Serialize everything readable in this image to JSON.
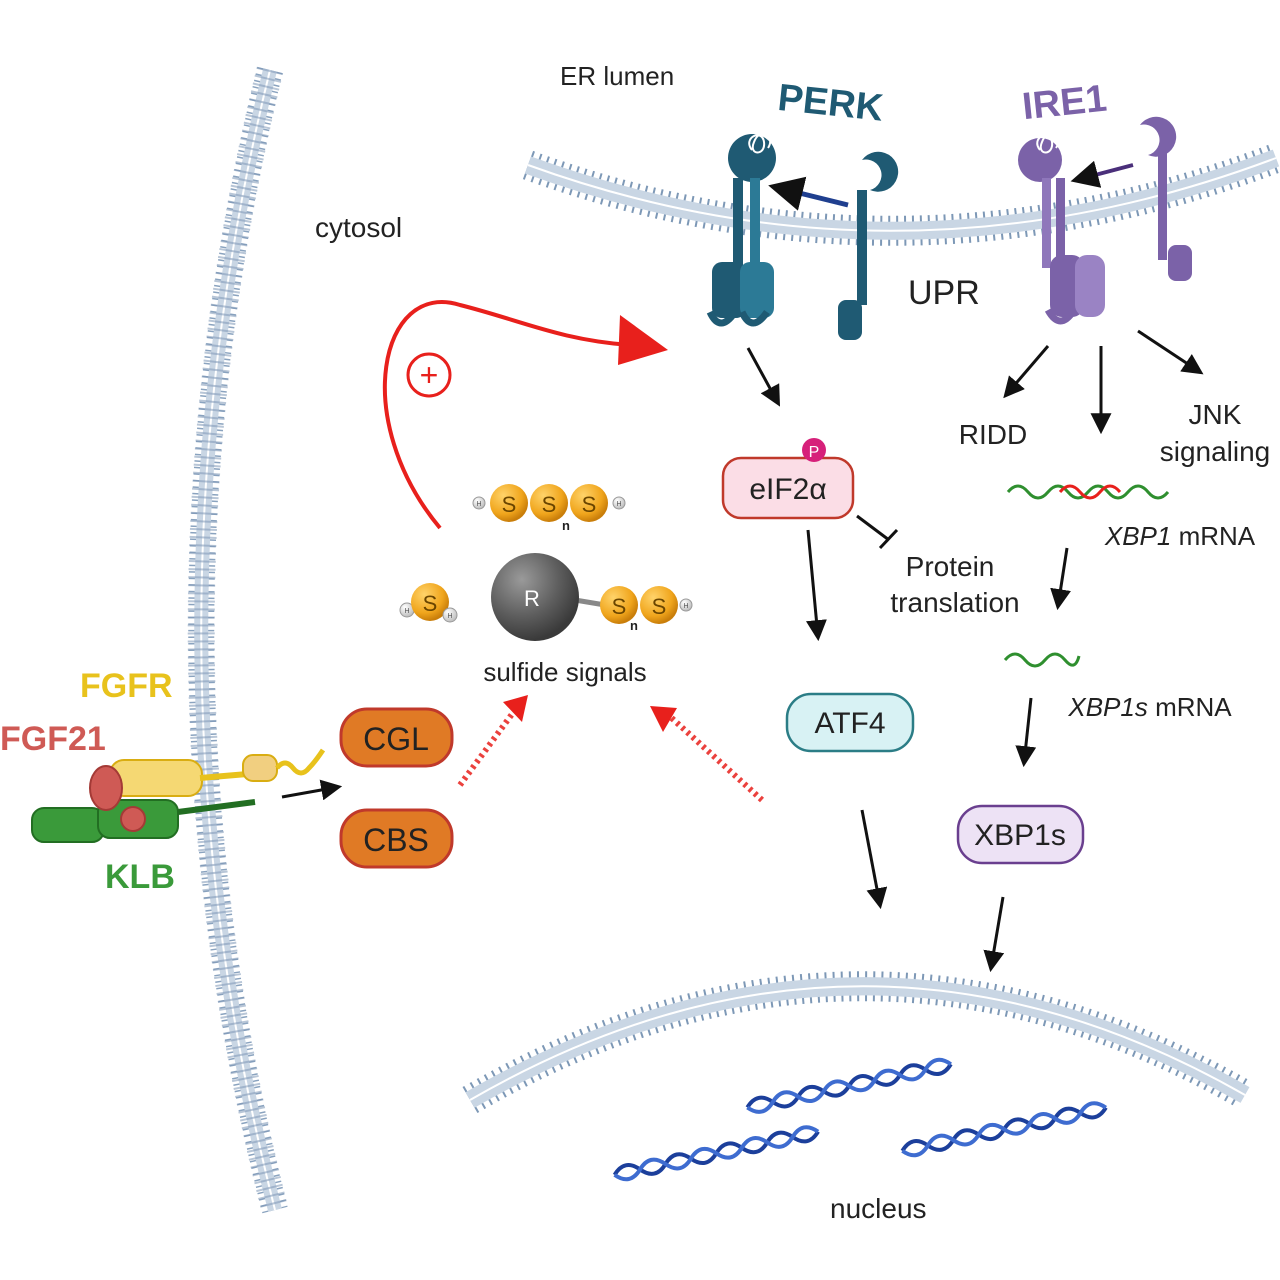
{
  "compartments": {
    "er_lumen": "ER lumen",
    "cytosol": "cytosol",
    "upr": "UPR",
    "nucleus": "nucleus"
  },
  "receptors": {
    "perk": "PERK",
    "ire1": "IRE1"
  },
  "membrane_proteins": {
    "fgfr": "FGFR",
    "fgf21": "FGF21",
    "klb": "KLB"
  },
  "enzymes": {
    "cgl": "CGL",
    "cbs": "CBS"
  },
  "sulfide": {
    "label": "sulfide signals",
    "core": "R",
    "atom": "S",
    "hydrogen": "H",
    "subscript": "n",
    "plus_sign": "+"
  },
  "perk_pathway": {
    "eif2a": "eIF2α",
    "phospho": "P",
    "atf4": "ATF4",
    "protein_translation_line1": "Protein",
    "protein_translation_line2": "translation"
  },
  "ire1_pathway": {
    "ridd": "RIDD",
    "jnk_line1": "JNK",
    "jnk_line2": "signaling",
    "xbp1_mrna_gene": "XBP1",
    "xbp1_mrna_suffix": " mRNA",
    "xbp1s_mrna_gene": "XBP1s",
    "xbp1s_mrna_suffix": " mRNA",
    "xbp1s": "XBP1s"
  },
  "colors": {
    "perk": "#1f5a73",
    "ire1": "#7b62a8",
    "fgfr": "#e8c21c",
    "fgf21": "#cf5a55",
    "klb": "#3a9a3a",
    "enzyme_fill": "#e07a25",
    "enzyme_border": "#c0392b",
    "sulfur": "#f0a51c",
    "membrane": "#8aa3bf",
    "arrow_red": "#e8201c",
    "dna": "#1c3f9b"
  }
}
